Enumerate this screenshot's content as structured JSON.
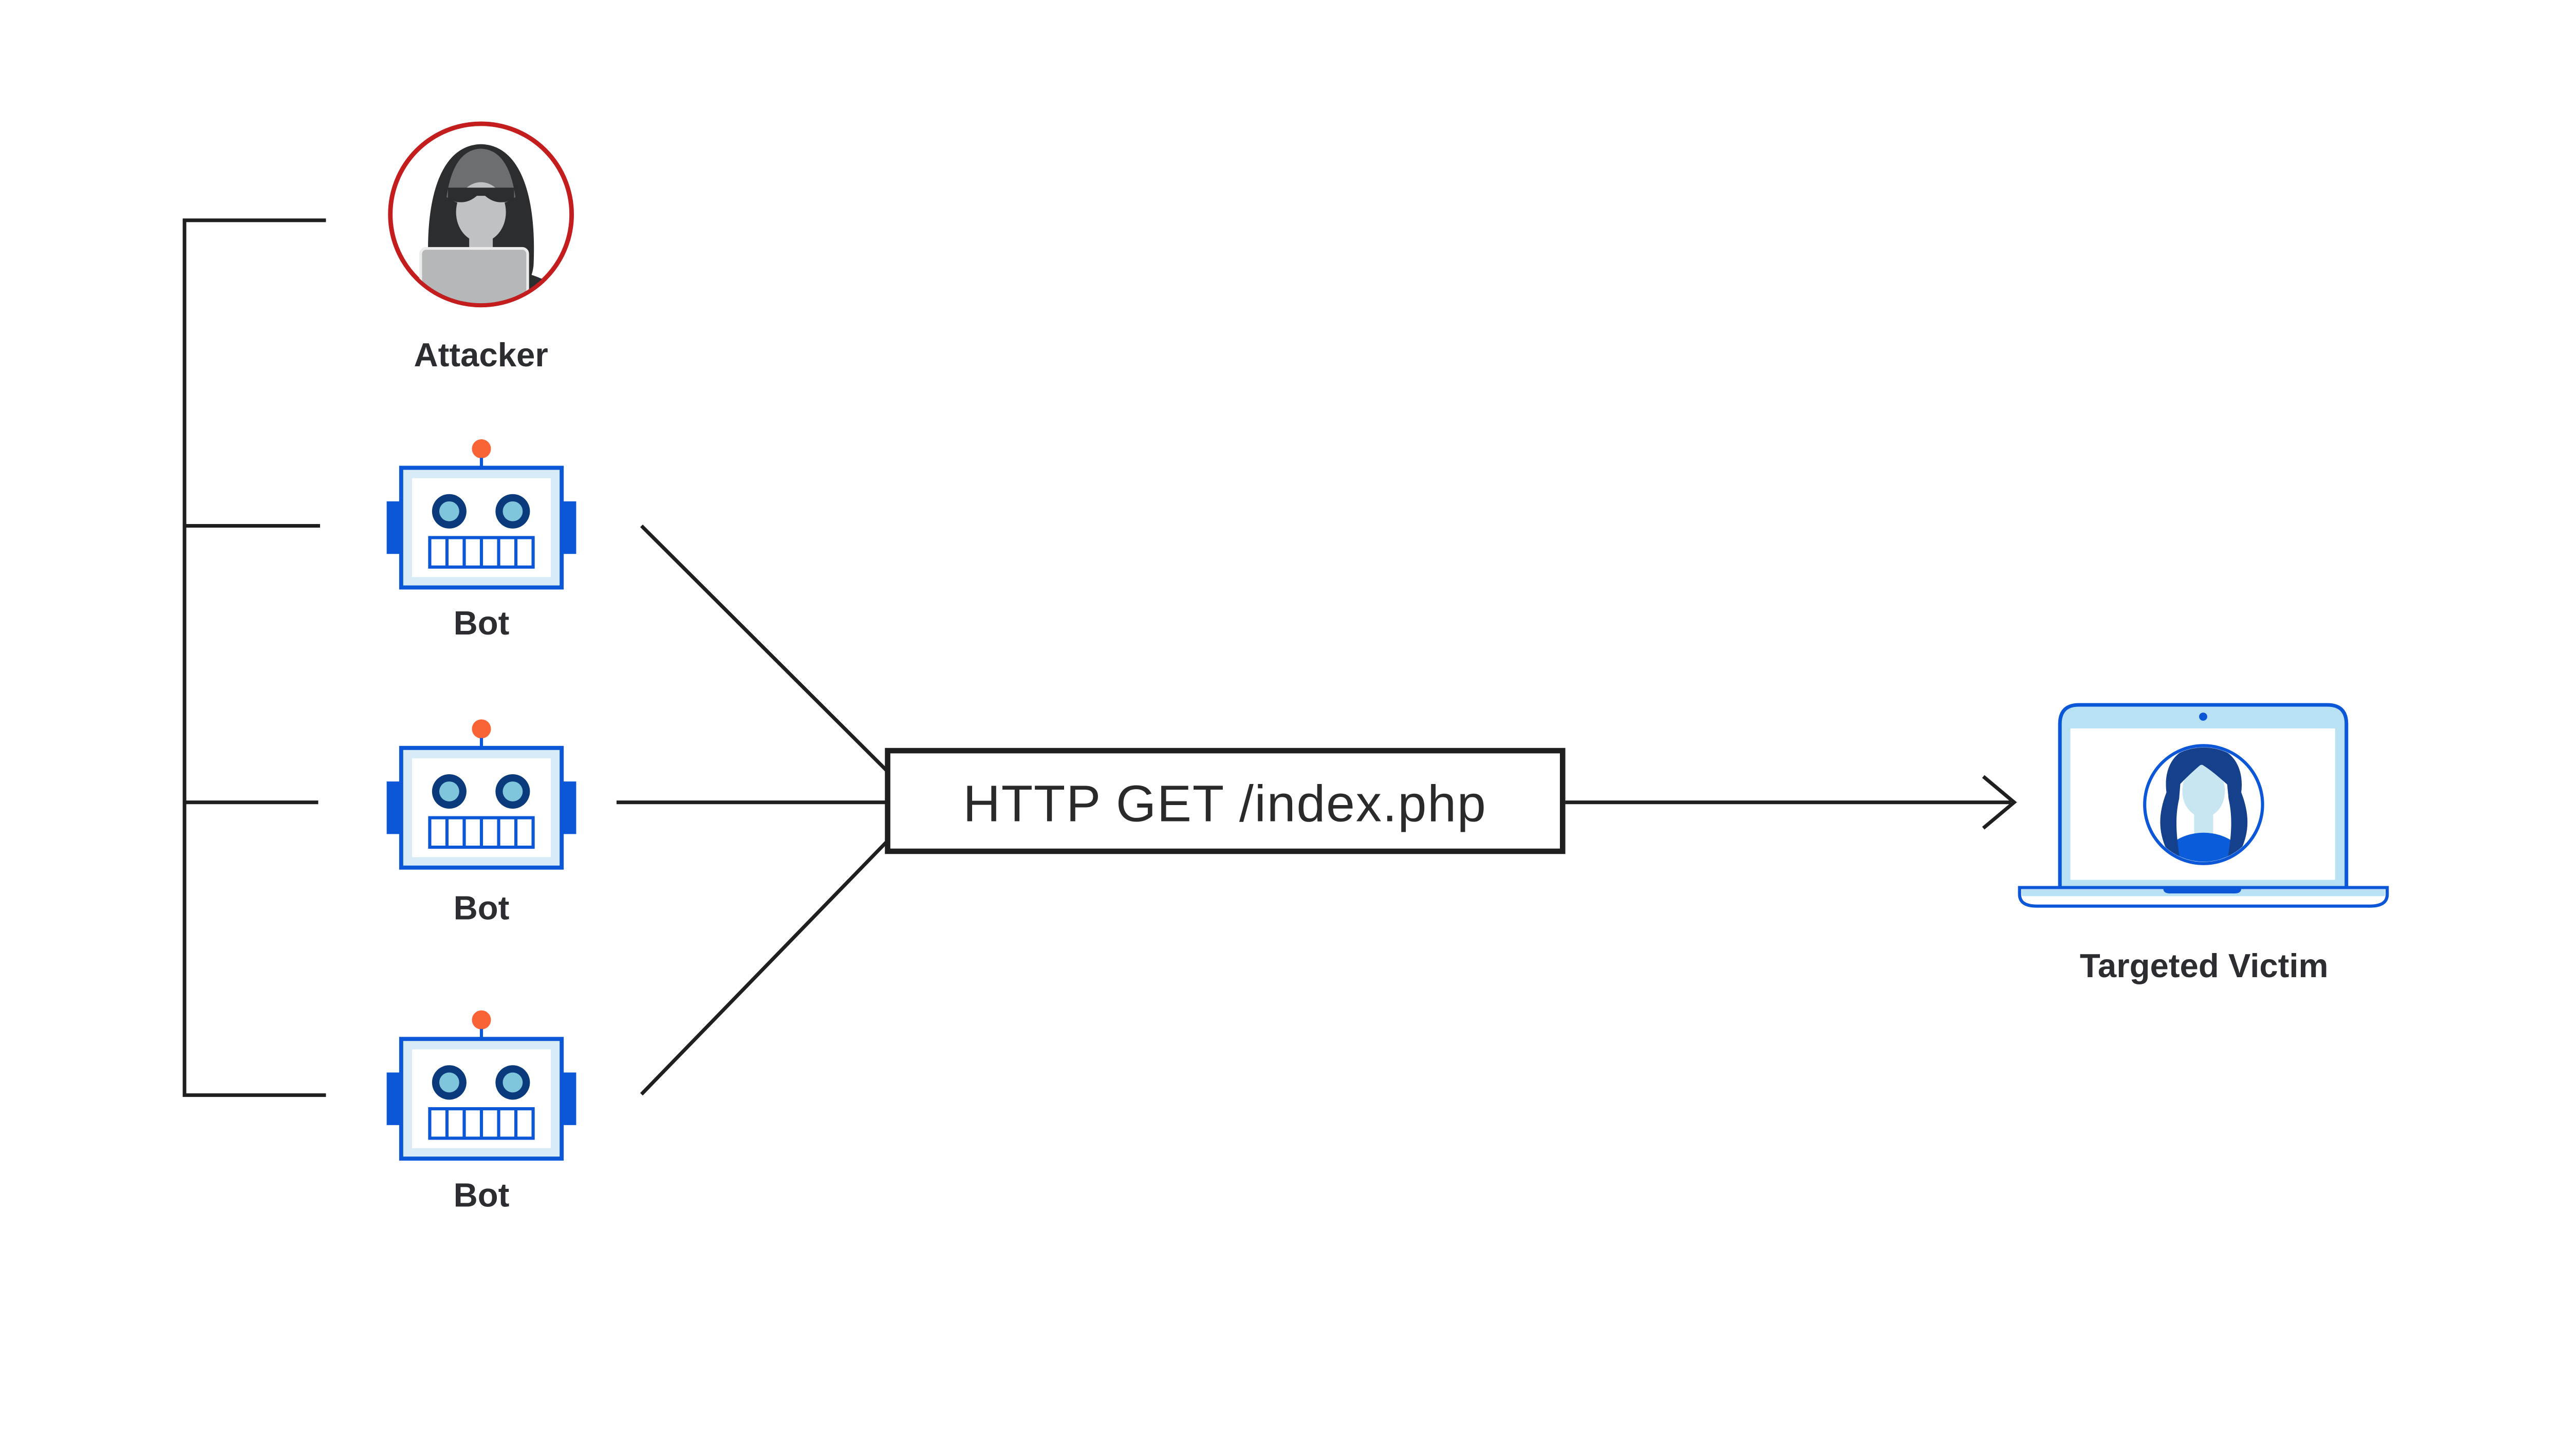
{
  "diagram": {
    "attacker": {
      "label": "Attacker"
    },
    "bots": [
      {
        "label": "Bot"
      },
      {
        "label": "Bot"
      },
      {
        "label": "Bot"
      }
    ],
    "request_box": {
      "label": "HTTP GET /index.php"
    },
    "victim": {
      "label": "Targeted Victim"
    }
  },
  "colors": {
    "line": "#1f1f1f",
    "text": "#2b2d30",
    "blue": "#0b57d8",
    "navy": "#0a3a7c",
    "eye_light": "#7fc6dc",
    "bot_bg": "#d8ecf7",
    "orange": "#f96335",
    "red": "#c41d1d",
    "laptop_bg": "#b8e2f4",
    "hair": "#15418c",
    "face_blue": "#c8e5f2",
    "shirt": "#0b5cdb",
    "hood_dark": "#2b2d2f",
    "hood_gray": "#6c6e70",
    "skin_gray": "#bfc1c3",
    "laptop_gray": "#b5b7b9"
  }
}
